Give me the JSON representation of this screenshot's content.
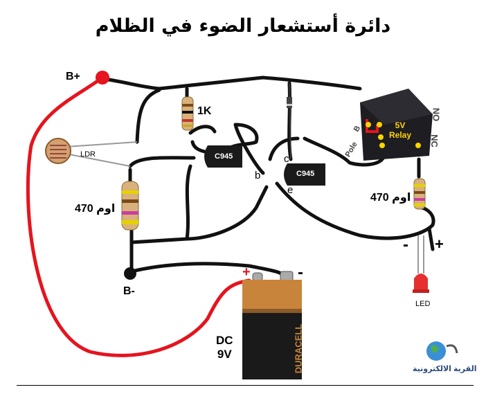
{
  "title": "دائرة أستشعار الضوء في الظلام",
  "labels": {
    "b_plus": "B+",
    "b_minus": "B-",
    "ldr": "LDR",
    "r1k": "1K",
    "r470_left": "470 اوم",
    "r470_right": "470 اوم",
    "transistor1": "C945",
    "transistor2": "C945",
    "pin_b": "b",
    "pin_c": "c",
    "pin_e": "e",
    "relay": "5V\nRelay",
    "relay_no": "NO",
    "relay_nc": "NC",
    "relay_pole": "Pole",
    "relay_b": "B",
    "led": "LED",
    "led_minus": "-",
    "led_plus": "+",
    "bat_plus": "+",
    "bat_minus": "-",
    "battery_brand": "DURACELL",
    "battery_label": "DC\n9V",
    "logo_text": "القرية الالكترونية"
  },
  "colors": {
    "wire_black": "#111111",
    "wire_red": "#e5141e",
    "relay_body": "#1e1e22",
    "relay_text": "#ffd400",
    "battery_copper": "#c8843a",
    "battery_black": "#1a1a1a",
    "led_red": "#e63030"
  }
}
